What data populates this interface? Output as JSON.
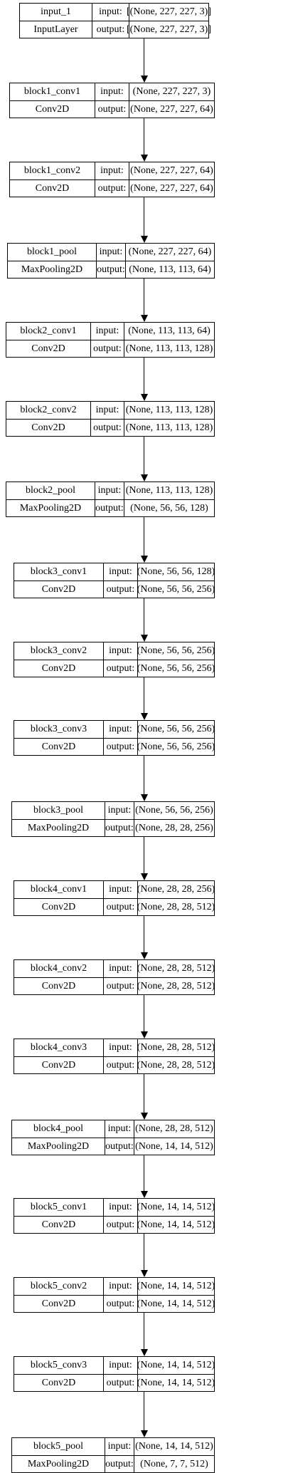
{
  "layers": [
    {
      "name": "input_1",
      "type": "InputLayer",
      "input_label": "input:",
      "output_label": "output:",
      "input_shape": "[(None, 227, 227, 3)]",
      "output_shape": "[(None, 227, 227, 3)]"
    },
    {
      "name": "block1_conv1",
      "type": "Conv2D",
      "input_label": "input:",
      "output_label": "output:",
      "input_shape": "(None, 227, 227, 3)",
      "output_shape": "(None, 227, 227, 64)"
    },
    {
      "name": "block1_conv2",
      "type": "Conv2D",
      "input_label": "input:",
      "output_label": "output:",
      "input_shape": "(None, 227, 227, 64)",
      "output_shape": "(None, 227, 227, 64)"
    },
    {
      "name": "block1_pool",
      "type": "MaxPooling2D",
      "input_label": "input:",
      "output_label": "output:",
      "input_shape": "(None, 227, 227, 64)",
      "output_shape": "(None, 113, 113, 64)"
    },
    {
      "name": "block2_conv1",
      "type": "Conv2D",
      "input_label": "input:",
      "output_label": "output:",
      "input_shape": "(None, 113, 113, 64)",
      "output_shape": "(None, 113, 113, 128)"
    },
    {
      "name": "block2_conv2",
      "type": "Conv2D",
      "input_label": "input:",
      "output_label": "output:",
      "input_shape": "(None, 113, 113, 128)",
      "output_shape": "(None, 113, 113, 128)"
    },
    {
      "name": "block2_pool",
      "type": "MaxPooling2D",
      "input_label": "input:",
      "output_label": "output:",
      "input_shape": "(None, 113, 113, 128)",
      "output_shape": "(None, 56, 56, 128)"
    },
    {
      "name": "block3_conv1",
      "type": "Conv2D",
      "input_label": "input:",
      "output_label": "output:",
      "input_shape": "(None, 56, 56, 128)",
      "output_shape": "(None, 56, 56, 256)"
    },
    {
      "name": "block3_conv2",
      "type": "Conv2D",
      "input_label": "input:",
      "output_label": "output:",
      "input_shape": "(None, 56, 56, 256)",
      "output_shape": "(None, 56, 56, 256)"
    },
    {
      "name": "block3_conv3",
      "type": "Conv2D",
      "input_label": "input:",
      "output_label": "output:",
      "input_shape": "(None, 56, 56, 256)",
      "output_shape": "(None, 56, 56, 256)"
    },
    {
      "name": "block3_pool",
      "type": "MaxPooling2D",
      "input_label": "input:",
      "output_label": "output:",
      "input_shape": "(None, 56, 56, 256)",
      "output_shape": "(None, 28, 28, 256)"
    },
    {
      "name": "block4_conv1",
      "type": "Conv2D",
      "input_label": "input:",
      "output_label": "output:",
      "input_shape": "(None, 28, 28, 256)",
      "output_shape": "(None, 28, 28, 512)"
    },
    {
      "name": "block4_conv2",
      "type": "Conv2D",
      "input_label": "input:",
      "output_label": "output:",
      "input_shape": "(None, 28, 28, 512)",
      "output_shape": "(None, 28, 28, 512)"
    },
    {
      "name": "block4_conv3",
      "type": "Conv2D",
      "input_label": "input:",
      "output_label": "output:",
      "input_shape": "(None, 28, 28, 512)",
      "output_shape": "(None, 28, 28, 512)"
    },
    {
      "name": "block4_pool",
      "type": "MaxPooling2D",
      "input_label": "input:",
      "output_label": "output:",
      "input_shape": "(None, 28, 28, 512)",
      "output_shape": "(None, 14, 14, 512)"
    },
    {
      "name": "block5_conv1",
      "type": "Conv2D",
      "input_label": "input:",
      "output_label": "output:",
      "input_shape": "(None, 14, 14, 512)",
      "output_shape": "(None, 14, 14, 512)"
    },
    {
      "name": "block5_conv2",
      "type": "Conv2D",
      "input_label": "input:",
      "output_label": "output:",
      "input_shape": "(None, 14, 14, 512)",
      "output_shape": "(None, 14, 14, 512)"
    },
    {
      "name": "block5_conv3",
      "type": "Conv2D",
      "input_label": "input:",
      "output_label": "output:",
      "input_shape": "(None, 14, 14, 512)",
      "output_shape": "(None, 14, 14, 512)"
    },
    {
      "name": "block5_pool",
      "type": "MaxPooling2D",
      "input_label": "input:",
      "output_label": "output:",
      "input_shape": "(None, 14, 14, 512)",
      "output_shape": "(None, 7, 7, 512)"
    }
  ]
}
